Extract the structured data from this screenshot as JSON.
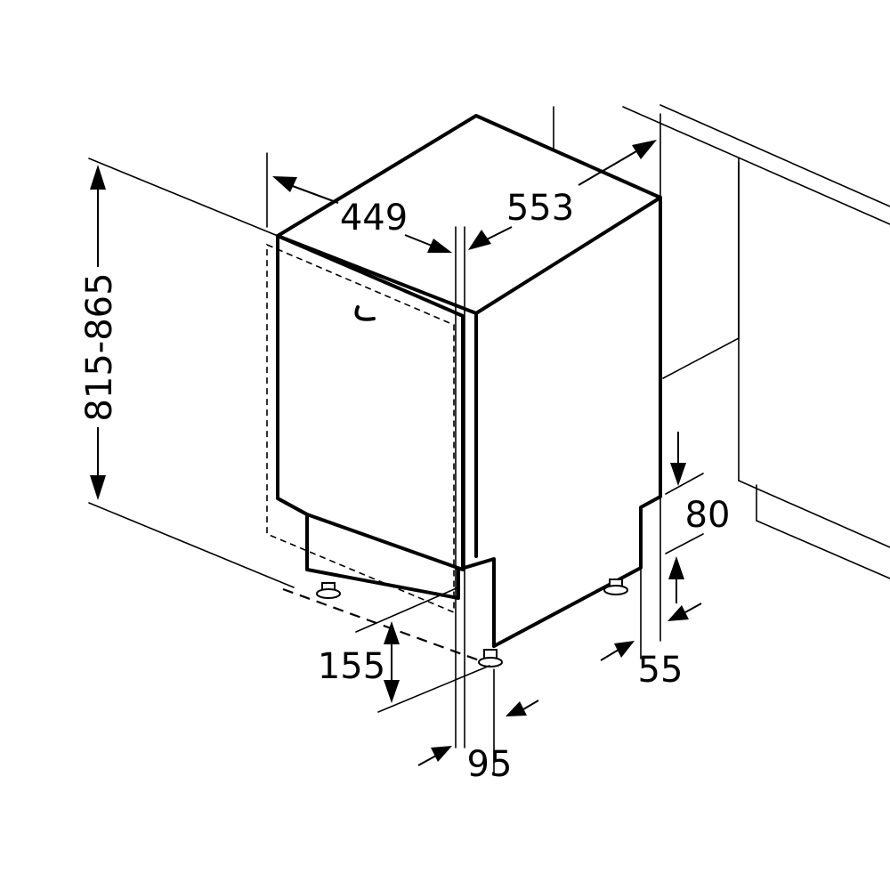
{
  "dimensions": {
    "height_range": "815-865",
    "width": "449",
    "depth": "553",
    "plinth_height": "155",
    "plinth_depth": "95",
    "toe_kick_height": "80",
    "foot_height": "55"
  },
  "icons": {
    "handle": "door-handle-icon",
    "foot": "adjustable-foot-icon"
  },
  "colors": {
    "line": "#000000",
    "background": "#ffffff"
  }
}
